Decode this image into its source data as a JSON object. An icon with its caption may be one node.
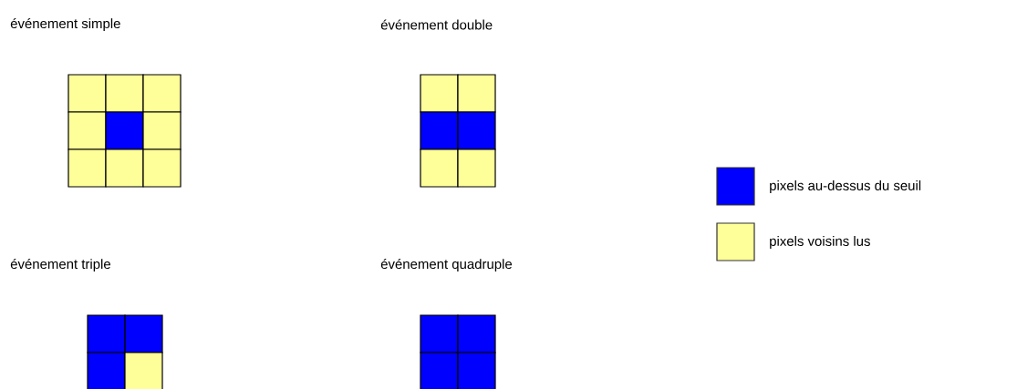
{
  "diagram": {
    "labels": [
      "événement simple",
      "événement double",
      "événement triple",
      "événement quadruple"
    ],
    "legend": [
      {
        "text": "pixels au-dessus du seuil",
        "color": "#0000ff"
      },
      {
        "text": "pixels voisins lus",
        "color": "#ffff99"
      }
    ]
  }
}
